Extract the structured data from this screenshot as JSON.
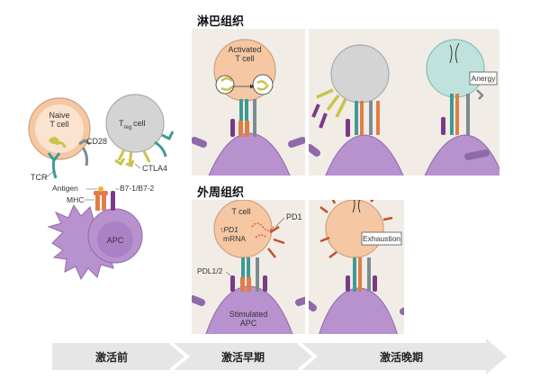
{
  "sections": {
    "lymphoid": "淋巴组织",
    "peripheral": "外周组织"
  },
  "labels": {
    "naive_cell": [
      "Naive",
      "T cell"
    ],
    "treg_t": "T",
    "treg_sub": "reg",
    "treg_cell": "cell",
    "cd28": "CD28",
    "tcr": "TCR",
    "ctla4": "CTLA4",
    "antigen": "Antigen",
    "b7": "B7-1/B7-2",
    "mhc": "MHC",
    "apc": "APC",
    "activated": [
      "Activated",
      "T cell"
    ],
    "anergy": "Anergy",
    "tcell": "T cell",
    "pd1": "PD1",
    "pd1_mrna_arrow": "↑",
    "pd1_mrna_gene": "PD1",
    "pd1_mrna_word": "mRNA",
    "pdl": "PDL1/2",
    "stimulated": [
      "Stimulated",
      "APC"
    ],
    "exhaustion": "Exhaustion"
  },
  "stages": [
    "激活前",
    "激活早期",
    "激活晚期"
  ],
  "colors": {
    "apc": "#b892cf",
    "tcell": "#f5c7a3",
    "treg": "#d4d4d4",
    "anergy": "#bfe3dc",
    "panel": "#f1ece6",
    "tcr": "#3f9a95",
    "cd28": "#7d8c92",
    "ctla4": "#c9c449",
    "mhc": "#e07d49",
    "b7": "#7b3a85",
    "pd1": "#c0512a",
    "mrna": "#e0453a",
    "arrow": "#e6e6e6"
  }
}
